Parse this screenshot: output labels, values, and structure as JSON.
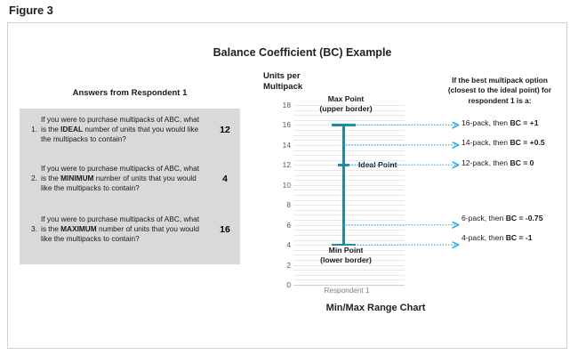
{
  "figure": {
    "label": "Figure 3",
    "title": "Balance Coefficient (BC) Example"
  },
  "left_panel": {
    "heading": "Answers from Respondent 1",
    "questions": [
      {
        "number": "1.",
        "text_before": "If you were to purchase multipacks of ABC, what is the ",
        "emphasis": "IDEAL",
        "text_after": " number of units that you would like the multipacks to contain?",
        "value": "12"
      },
      {
        "number": "2.",
        "text_before": "If you were to purchase multipacks of ABC,  what is the ",
        "emphasis": "MINIMUM",
        "text_after": " number of units that you would like the multipacks to contain?",
        "value": "4"
      },
      {
        "number": "3.",
        "text_before": "If you were to purchase multipacks of ABC, what is the ",
        "emphasis": "MAXIMUM",
        "text_after": " number of units that you would like the multipacks to contain?",
        "value": "16"
      }
    ]
  },
  "chart_data": {
    "type": "bar",
    "title": "Min/Max Range Chart",
    "axis_title_line1": "Units per",
    "axis_title_line2": "Multipack",
    "ylabel": "Units per Multipack",
    "xlabel": "",
    "categories": [
      "Respondent 1"
    ],
    "ylim": [
      0,
      18
    ],
    "yticks": [
      18,
      16,
      14,
      12,
      10,
      8,
      6,
      4,
      2,
      0
    ],
    "grid": true,
    "series": [
      {
        "name": "Respondent 1 min/max range",
        "min": 4,
        "max": 16,
        "ideal": 12
      }
    ],
    "annotations": [
      {
        "name": "max-point",
        "line1": "Max Point",
        "line2": "(upper border)",
        "value": 16
      },
      {
        "name": "min-point",
        "line1": "Min Point",
        "line2": "(lower border)",
        "value": 4
      },
      {
        "name": "ideal-point",
        "line1": "Ideal Point",
        "value": 12
      }
    ],
    "bar_color": "#1f8aa6",
    "arrow_color": "#29abe2",
    "grid_color": "#e8e8e8"
  },
  "right_panel": {
    "intro_line1": "If the best multipack option",
    "intro_line2": "(closest to the ideal point) for",
    "intro_line3": "respondent 1 is a:",
    "items": [
      {
        "pack": "16-pack, then ",
        "bc": "BC = +1",
        "y": 16
      },
      {
        "pack": "14-pack, then ",
        "bc": "BC = +0.5",
        "y": 14
      },
      {
        "pack": "12-pack, then ",
        "bc": "BC = 0",
        "y": 12
      },
      {
        "pack": "6-pack, then ",
        "bc": "BC = -0.75",
        "y": 6
      },
      {
        "pack": "4-pack, then ",
        "bc": "BC = -1",
        "y": 4
      }
    ]
  }
}
